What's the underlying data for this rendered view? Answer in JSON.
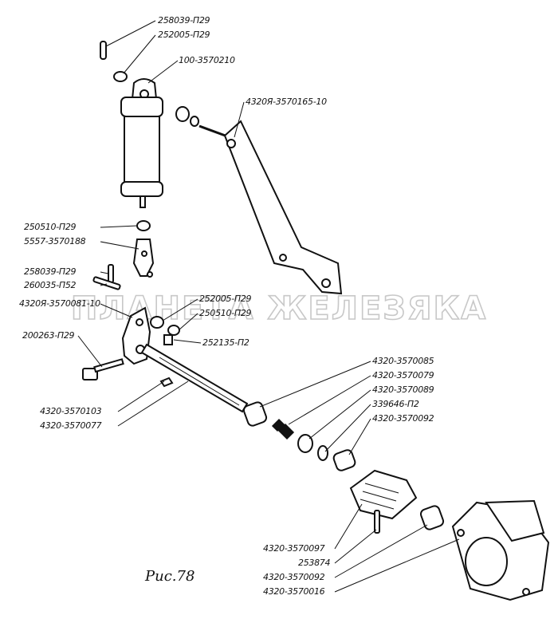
{
  "watermark": "ПЛАНЕТА ЖЕЛЕЗЯКА",
  "caption": "Рис.78",
  "labels": {
    "l1": "258039-П29",
    "l2": "252005-П29",
    "l3": "100-3570210",
    "l4": "4320Я-3570165-10",
    "l5": "250510-П29",
    "l6": "5557-3570188",
    "l7": "258039-П29",
    "l8": "260035-П52",
    "l9": "4320Я-3570081-10",
    "l10": "252005-П29",
    "l11": "250510-П29",
    "l12": "252135-П2",
    "l13": "200263-П29",
    "l14": "4320-3570085",
    "l15": "4320-3570079",
    "l16": "4320-3570089",
    "l17": "339646-П2",
    "l18": "4320-3570092",
    "l19": "4320-3570103",
    "l20": "4320-3570077",
    "l21": "4320-3570097",
    "l22": "253874",
    "l23": "4320-3570092",
    "l24": "4320-3570016"
  }
}
